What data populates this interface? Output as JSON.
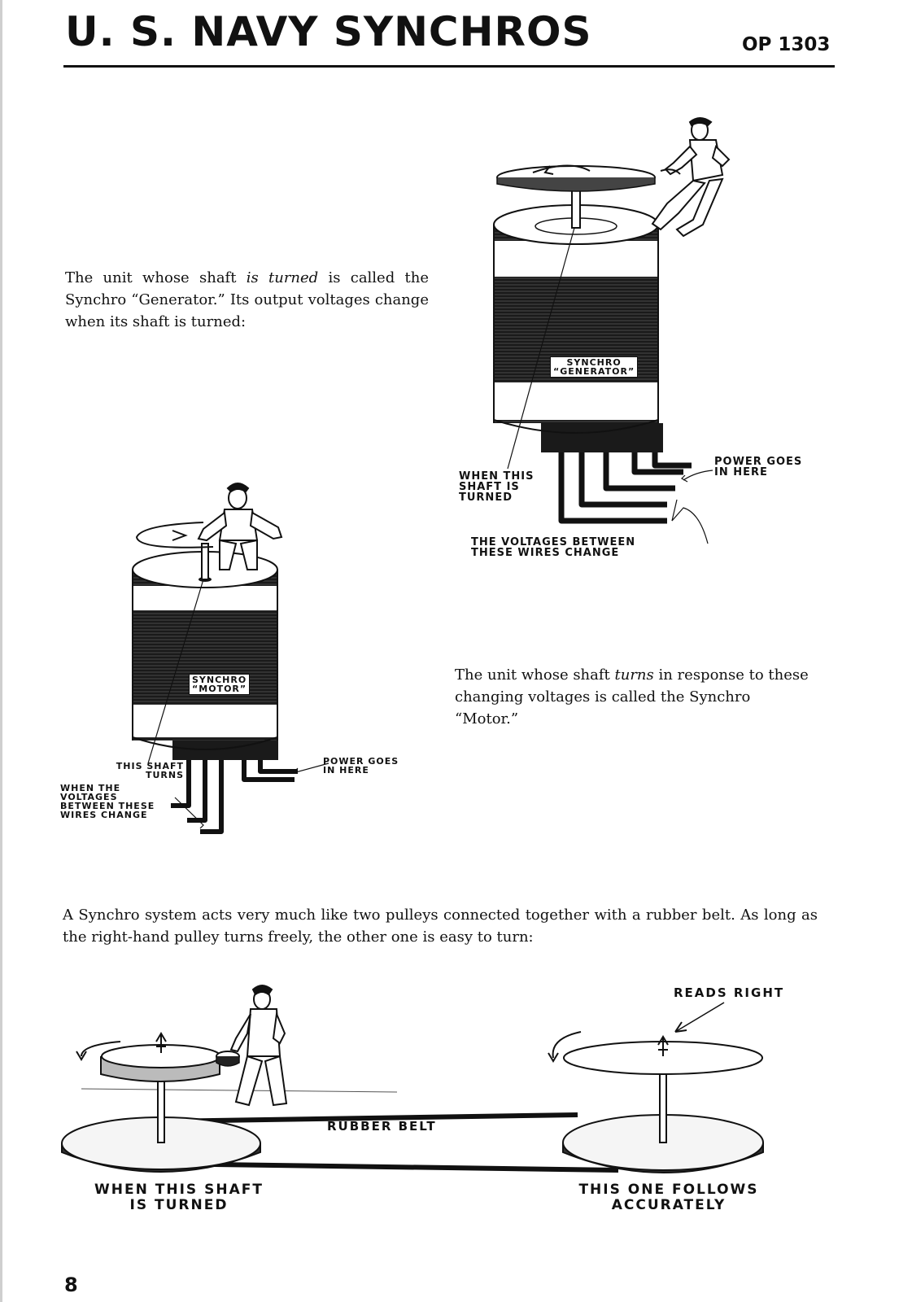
{
  "header": {
    "title": "U. S. NAVY SYNCHROS",
    "code": "OP 1303"
  },
  "generator": {
    "desc_before": "The unit whose shaft ",
    "desc_em": "is turned",
    "desc_after": " is called the Synchro “Generator.” Its output voltages change when its shaft is turned:",
    "plate_line1": "SYNCHRO",
    "plate_line2": "“GENERATOR”",
    "shaft_label": [
      "WHEN THIS",
      "SHAFT IS",
      "TURNED"
    ],
    "power_label": [
      "POWER GOES",
      "IN HERE"
    ],
    "voltage_label": [
      "THE VOLTAGES BETWEEN",
      "THESE WIRES CHANGE"
    ]
  },
  "motor": {
    "desc_before": "The unit whose shaft ",
    "desc_em": "turns",
    "desc_after": " in response to these changing voltages is called the Synchro “Motor.”",
    "plate_line1": "SYNCHRO",
    "plate_line2": "“MOTOR”",
    "shaft_label": [
      "THIS SHAFT",
      "TURNS"
    ],
    "voltage_label": [
      "WHEN THE",
      "VOLTAGES",
      "BETWEEN THESE",
      "WIRES CHANGE"
    ],
    "power_label": [
      "POWER GOES",
      "IN HERE"
    ]
  },
  "pulleys": {
    "desc": "A Synchro system acts very much like two pulleys connected together with a rubber belt. As long as the right-hand pulley turns freely, the other one is easy to turn:",
    "reads_right": "READS RIGHT",
    "belt_label": "RUBBER BELT",
    "left_label": [
      "WHEN THIS SHAFT",
      "IS TURNED"
    ],
    "right_label": [
      "THIS ONE FOLLOWS",
      "ACCURATELY"
    ]
  },
  "footer": {
    "page_number": "8"
  }
}
